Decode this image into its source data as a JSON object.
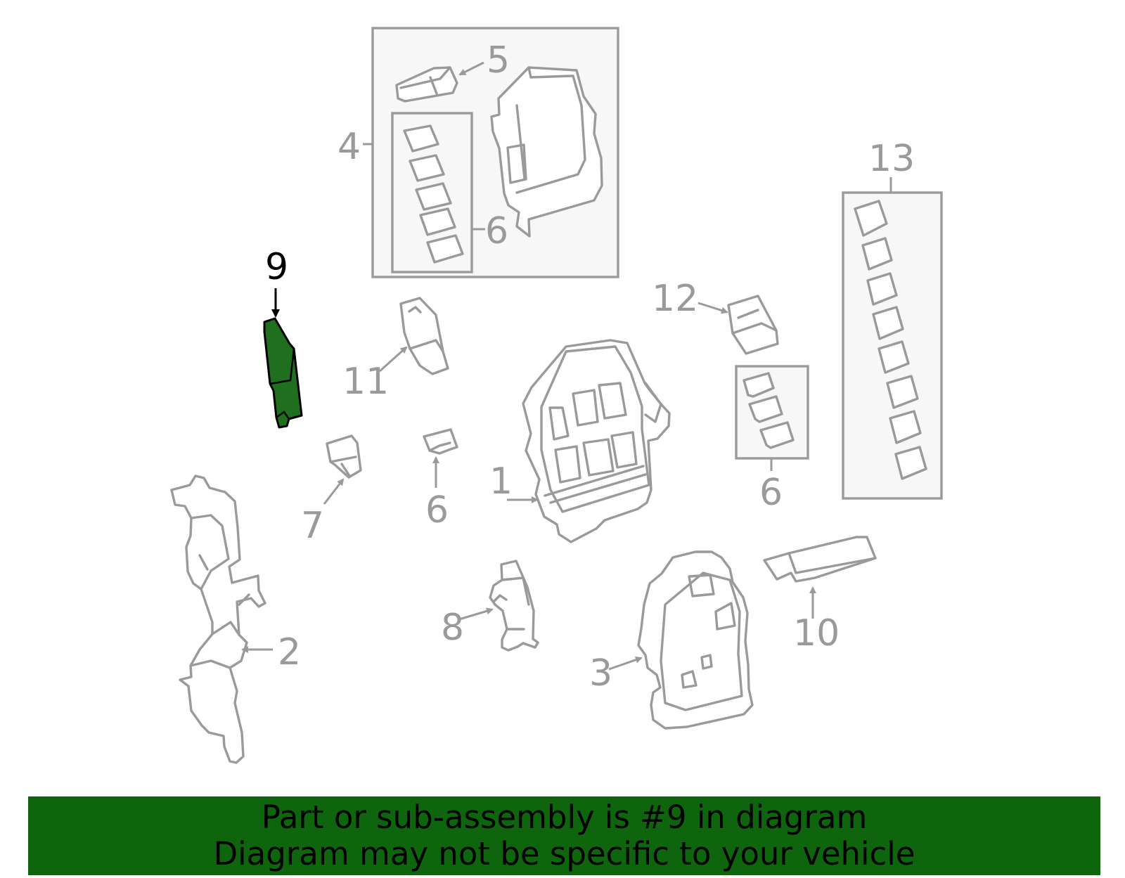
{
  "colors": {
    "part_outline": "#9a9a9a",
    "box_fill": "#f7f7f7",
    "highlight_part": "#1f6f1f",
    "banner_background": "#0e650e",
    "banner_text": "#000000",
    "highlight_label": "#000000"
  },
  "highlighted_callout": "9",
  "callouts": {
    "c1": "1",
    "c2": "2",
    "c3": "3",
    "c4": "4",
    "c5": "5",
    "c6_box": "6",
    "c6_small": "6",
    "c6_right": "6",
    "c7": "7",
    "c8": "8",
    "c9": "9",
    "c10": "10",
    "c11": "11",
    "c12": "12",
    "c13": "13"
  },
  "banner": {
    "line1": "Part or sub-assembly is #9 in diagram",
    "line2": "Diagram may not be specific to your vehicle"
  }
}
